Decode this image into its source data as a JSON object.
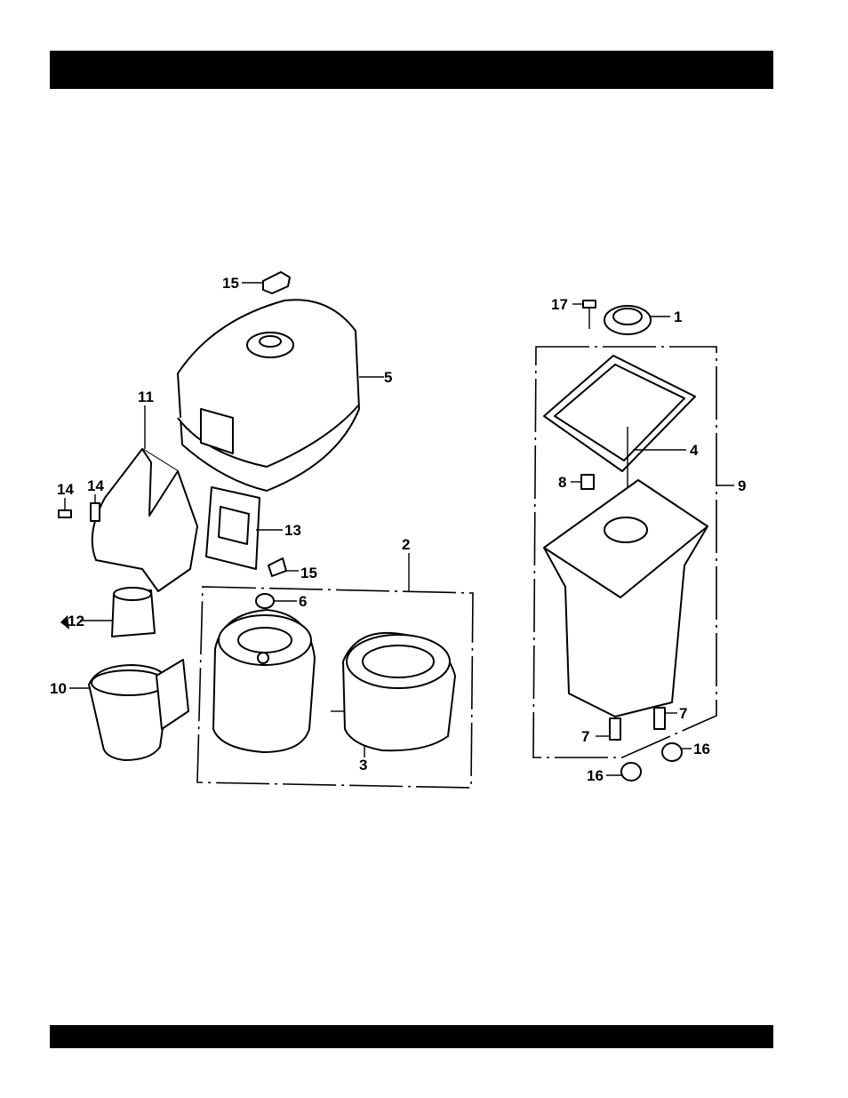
{
  "header_bar": {
    "text": ""
  },
  "footer_bar": {
    "text": ""
  },
  "callouts": {
    "c1": "1",
    "c2": "2",
    "c3": "3",
    "c4": "4",
    "c5": "5",
    "c6": "6",
    "c7a": "7",
    "c7b": "7",
    "c8": "8",
    "c9": "9",
    "c10": "10",
    "c11": "11",
    "c12": "12",
    "c13": "13",
    "c14a": "14",
    "c14b": "14",
    "c15a": "15",
    "c15b": "15",
    "c16a": "16",
    "c16b": "16",
    "c17": "17"
  }
}
